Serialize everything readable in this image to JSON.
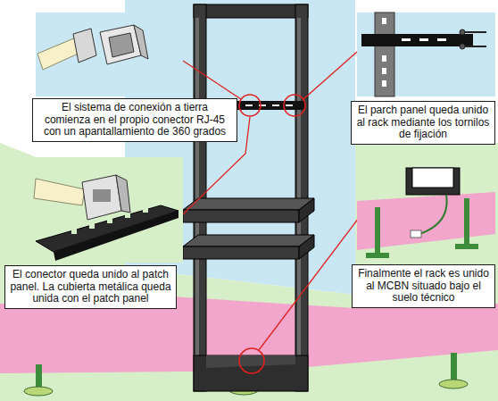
{
  "diagram": {
    "nodes": [
      {
        "text": [
          "El sistema de conexión a tierra comienza en el propio conector RJ-45 con un apantallamiento de 360 grados"
        ]
      },
      {
        "text": [
          "El parch panel queda unido al rack mediante los tornilos de fijación"
        ]
      },
      {
        "text": [
          "El conector queda unido al patch panel. La cubierta metálica queda unida con el patch panel"
        ]
      },
      {
        "text": [
          "Finalmente el rack es unido al MCBN situado bajo el suelo técnico"
        ]
      }
    ]
  }
}
